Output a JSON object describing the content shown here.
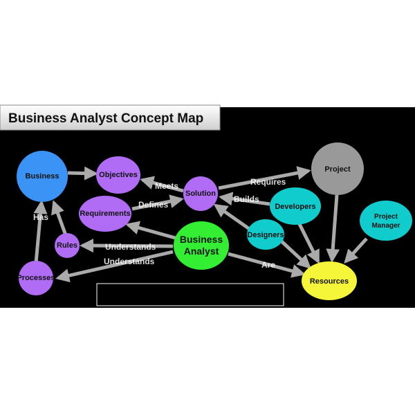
{
  "title": "Business Analyst Concept Map",
  "nodes": {
    "business": {
      "label": "Business",
      "color": "#3b93f5"
    },
    "objectives": {
      "label": "Objectives",
      "color": "#b06cf5"
    },
    "requirements": {
      "label": "Requirements",
      "color": "#b06cf5"
    },
    "solution": {
      "label": "Solution",
      "color": "#b06cf5"
    },
    "rules": {
      "label": "Rules",
      "color": "#b06cf5"
    },
    "processes": {
      "label": "Processes",
      "color": "#b06cf5"
    },
    "business_analyst": {
      "line1": "Business",
      "line2": "Analyst",
      "color": "#33ee33"
    },
    "project": {
      "label": "Project",
      "color": "#999999"
    },
    "developers": {
      "label": "Developers",
      "color": "#11cccc"
    },
    "designers": {
      "label": "Designers",
      "color": "#11cccc"
    },
    "project_manager": {
      "line1": "Project",
      "line2": "Manager",
      "color": "#11cccc"
    },
    "resources": {
      "label": "Resources",
      "color": "#f5f53a"
    }
  },
  "edge_labels": {
    "meets": "Meets",
    "requires": "Requires",
    "builds": "Builds",
    "defines": "Defines",
    "understands": "Understands",
    "understands2": "Understands",
    "are": "Are",
    "has": "Has"
  },
  "colors": {
    "background": "#000000",
    "arrow": "#aaaaaa",
    "banner_top": "#ffffff",
    "banner_bottom": "#cfcfcf"
  }
}
